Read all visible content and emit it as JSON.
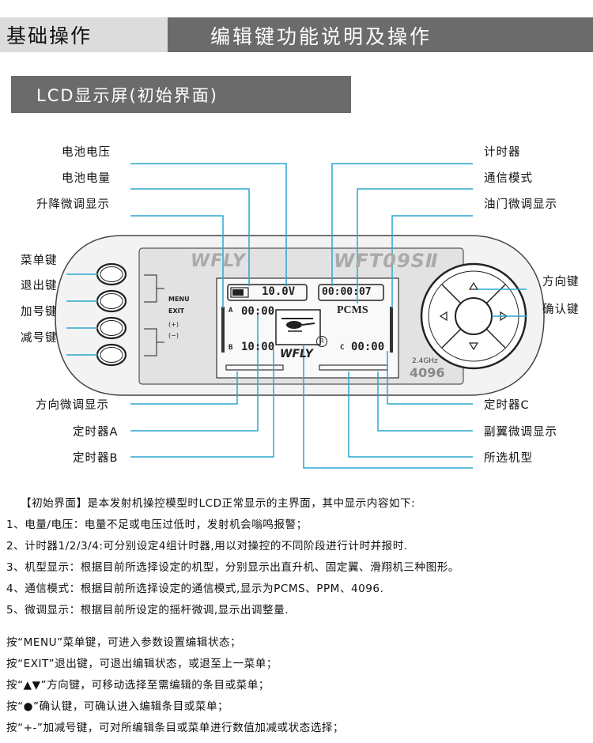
{
  "header": {
    "left_title": "基础操作",
    "right_title": "编辑键功能说明及操作"
  },
  "section": {
    "title": "LCD显示屏(初始界面)"
  },
  "callouts": {
    "battery_voltage": "电池电压",
    "battery_level": "电池电量",
    "pitch_trim": "升降微调显示",
    "timer": "计时器",
    "comm_mode": "通信模式",
    "throttle_trim": "油门微调显示",
    "menu_key": "菜单键",
    "exit_key": "退出键",
    "plus_key": "加号键",
    "minus_key": "减号键",
    "direction_key": "方向键",
    "confirm_key": "确认键",
    "rudder_trim": "方向微调显示",
    "timer_a": "定时器A",
    "timer_b": "定时器B",
    "timer_c": "定时器C",
    "aileron_trim": "副翼微调显示",
    "model_type": "所选机型"
  },
  "device": {
    "brand": "WFLY",
    "model": "WFT09SⅡ",
    "menu_label": "MENU",
    "exit_label": "EXIT",
    "plus_label": "(+)",
    "minus_label": "(−)",
    "freq": "2.4GHz",
    "mode_badge": "4096",
    "lcd": {
      "voltage": "10.0V",
      "timer_main": "00:00:07",
      "mode": "PCMS",
      "timer_a_label": "A",
      "timer_a": "00:00",
      "timer_b_label": "B",
      "timer_b": "10:00",
      "timer_c_label": "C",
      "timer_c": "00:00",
      "logo": "WFLY",
      "circle_r": "R"
    }
  },
  "description": {
    "intro": "【初始界面】是本发射机操控模型时LCD正常显示的主界面，其中显示内容如下:",
    "items": [
      "1、电量/电压：电量不足或电压过低时，发射机会嗡鸣报警；",
      "2、计时器1/2/3/4:可分别设定4组计时器,用以对操控的不同阶段进行计时并报时.",
      "3、机型显示：根据目前所选择设定的机型，分别显示出直升机、固定翼、滑翔机三种图形。",
      "4、通信模式：根据目前所选择设定的通信模式,显示为PCMS、PPM、4096.",
      "5、微调显示：根据目前所设定的摇杆微调,显示出调整量."
    ],
    "ops": [
      "按“MENU”菜单键，可进入参数设置编辑状态；",
      "按“EXIT”退出键，可退出编辑状态，或退至上一菜单；",
      "按“▲▼”方向键，可移动选择至需编辑的条目或菜单；",
      "按“●”确认键，可确认进入编辑条目或菜单；",
      "按“+-”加减号键，可对所编辑条目或菜单进行数值加减或状态选择；"
    ]
  }
}
